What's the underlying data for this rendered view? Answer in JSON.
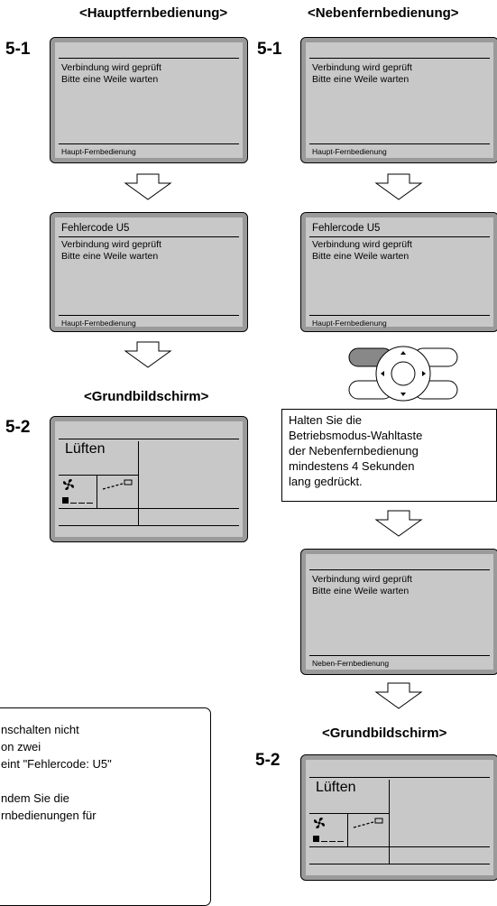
{
  "headers": {
    "main": "<Hauptfernbedienung>",
    "sub": "<Nebenfernbedienung>",
    "home_left": "<Grundbildschirm>",
    "home_right": "<Grundbildschirm>"
  },
  "steps": {
    "s51": "5-1",
    "s52": "5-2"
  },
  "lcd": {
    "line1": "Verbindung wird geprüft",
    "line2": "Bitte eine Weile warten",
    "footer_main": "Haupt-Fernbedienung",
    "footer_sub": "Neben-Fernbedienung",
    "error": "Fehlercode U5"
  },
  "home_screen": {
    "mode": "Lüften"
  },
  "instruction": [
    "Halten Sie die",
    "Betriebsmodus-Wahltaste",
    "der Nebenfernbedienung",
    "mindestens 4 Sekunden",
    "lang gedrückt."
  ],
  "bottom_note": [
    "nschalten nicht",
    "on zwei",
    "eint \"Fehlercode: U5\"",
    "",
    "ndem Sie die",
    "rnbedienungen für"
  ],
  "colors": {
    "lcd_bg": "#c8c8c8",
    "lcd_frame": "#9a9a9a",
    "button": "#888888"
  }
}
